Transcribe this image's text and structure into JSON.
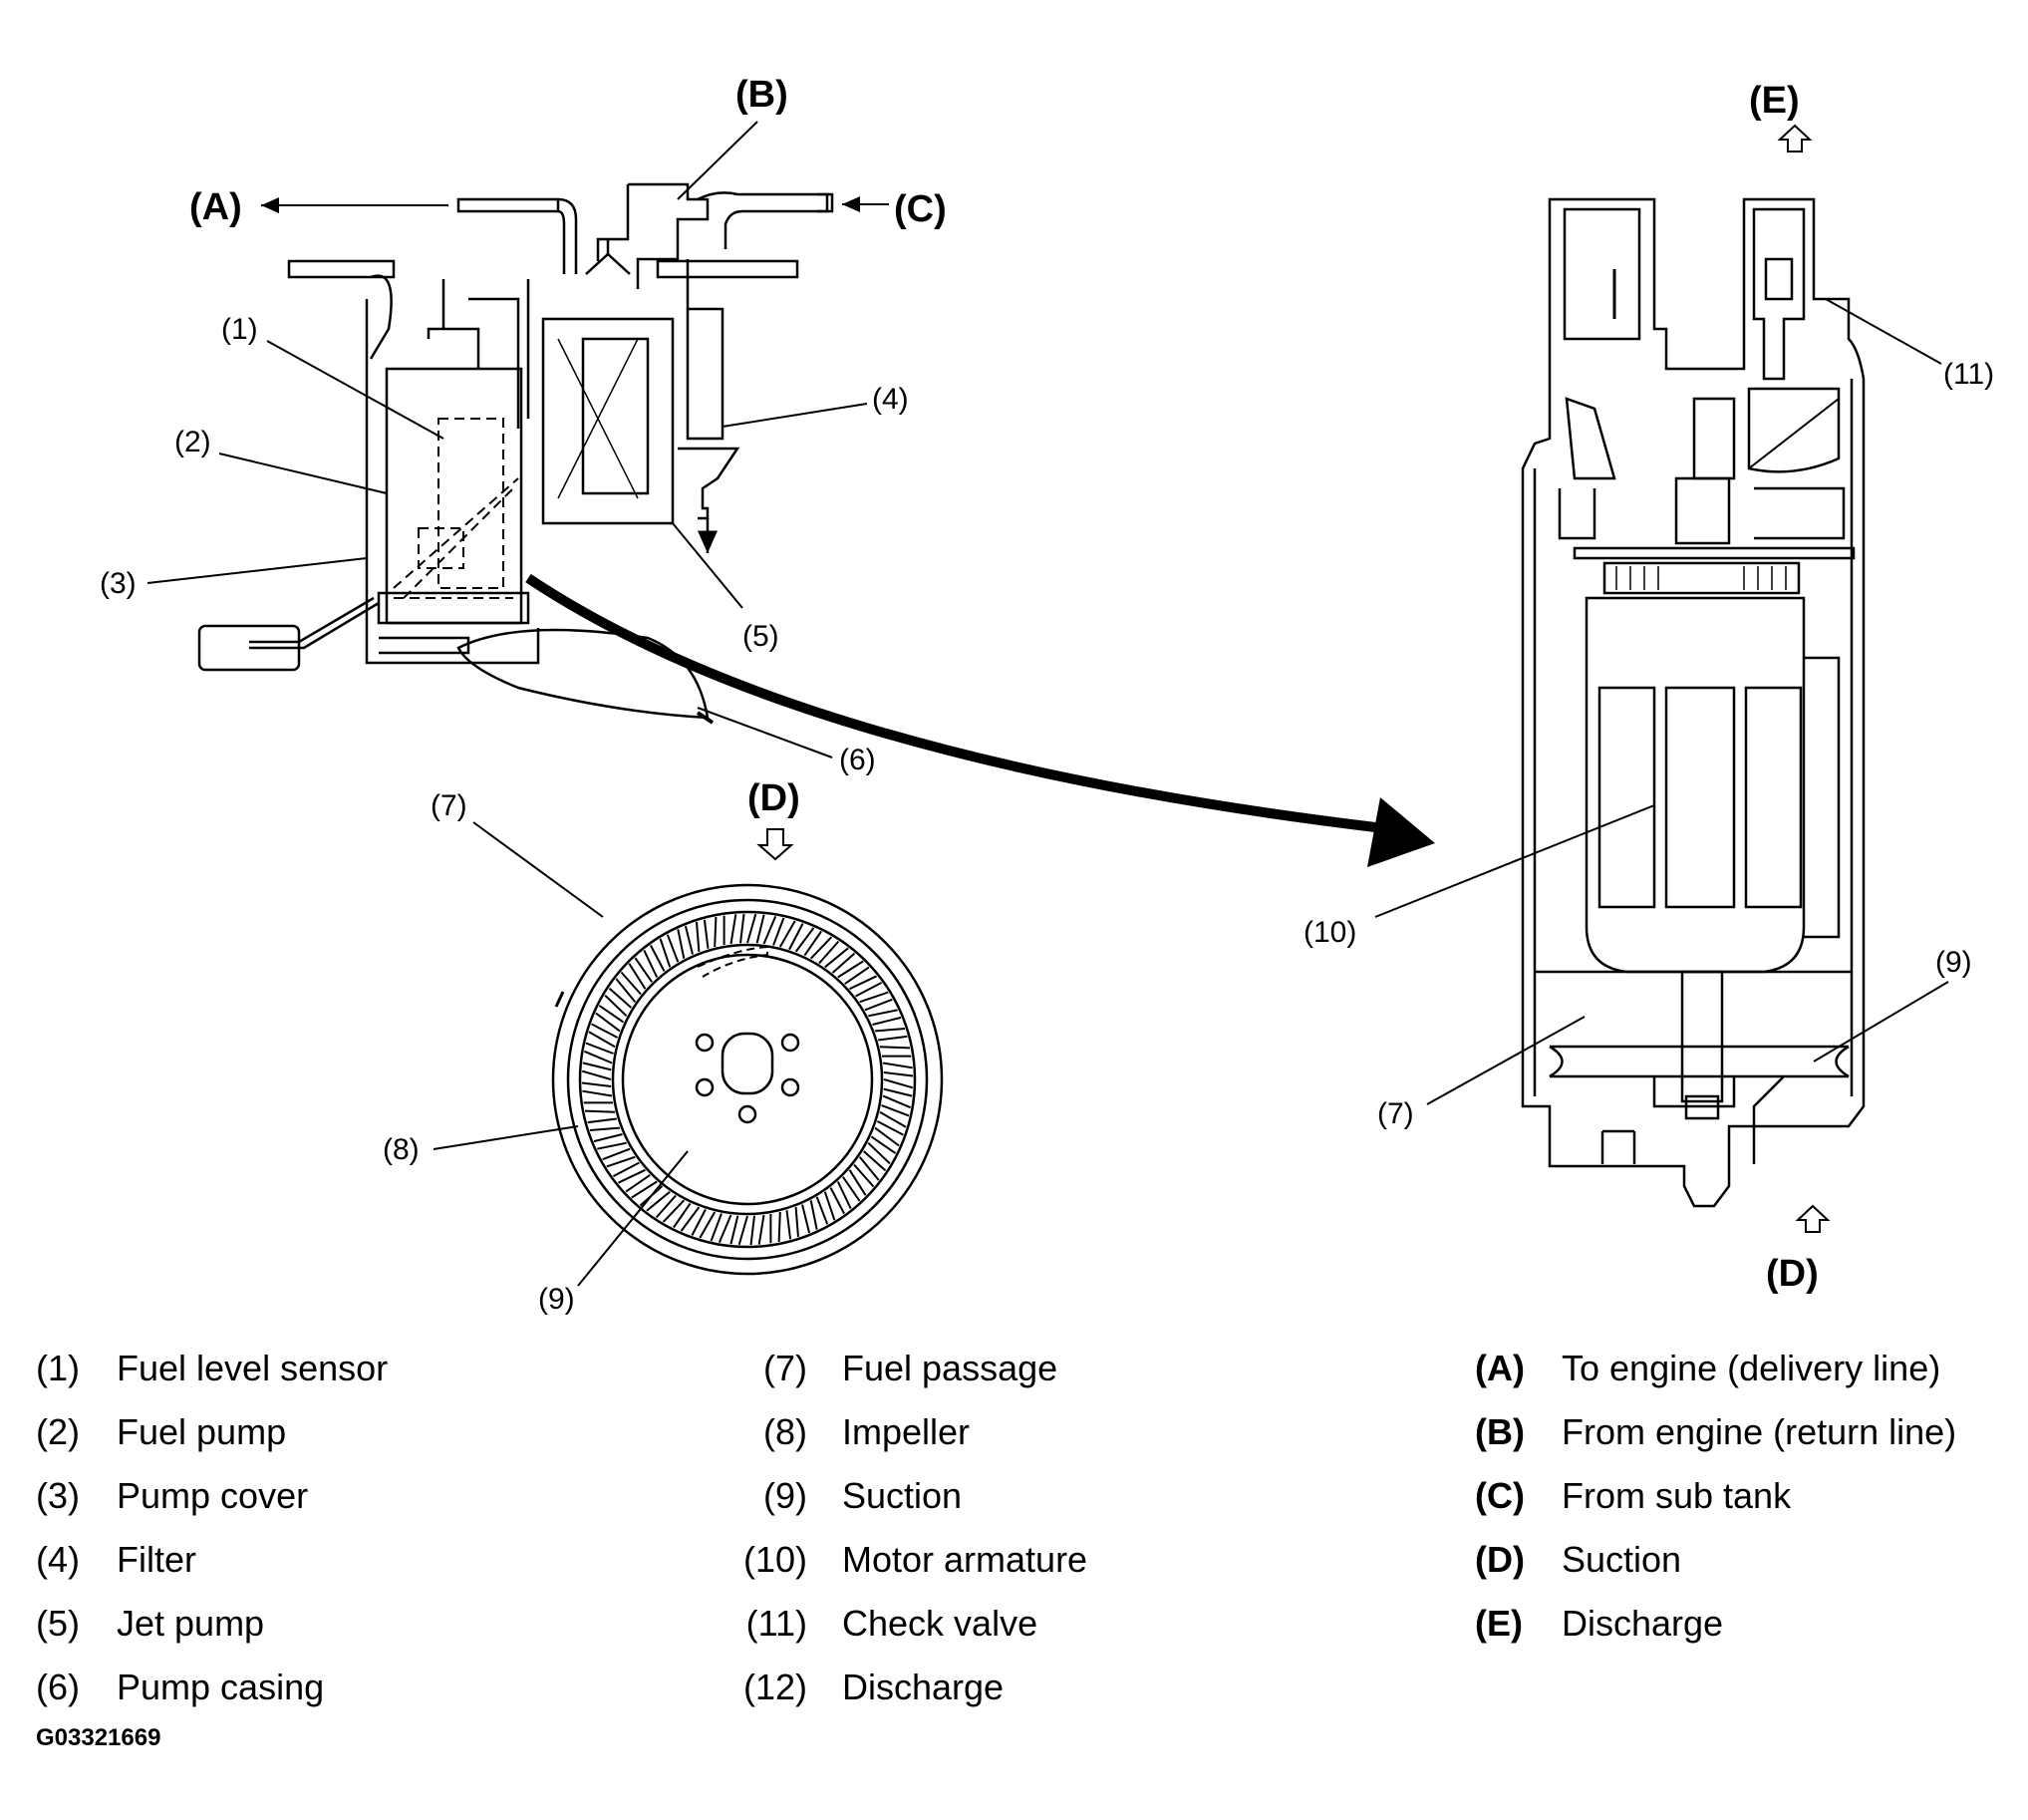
{
  "callouts": {
    "c1": "(1)",
    "c2": "(2)",
    "c3": "(3)",
    "c4": "(4)",
    "c5": "(5)",
    "c6": "(6)",
    "c7a": "(7)",
    "c7b": "(7)",
    "c8": "(8)",
    "c9a": "(9)",
    "c9b": "(9)",
    "c10": "(10)",
    "c11": "(11)"
  },
  "flow_labels": {
    "a": "(A)",
    "b": "(B)",
    "c": "(C)",
    "d_impeller": "(D)",
    "d_motor": "(D)",
    "e": "(E)"
  },
  "legend": {
    "col1": [
      {
        "num": "(1)",
        "text": "Fuel level sensor"
      },
      {
        "num": "(2)",
        "text": "Fuel pump"
      },
      {
        "num": "(3)",
        "text": "Pump cover"
      },
      {
        "num": "(4)",
        "text": "Filter"
      },
      {
        "num": "(5)",
        "text": "Jet pump"
      },
      {
        "num": "(6)",
        "text": "Pump casing"
      }
    ],
    "col2": [
      {
        "num": "(7)",
        "text": "Fuel passage"
      },
      {
        "num": "(8)",
        "text": "Impeller"
      },
      {
        "num": "(9)",
        "text": "Suction"
      },
      {
        "num": "(10)",
        "text": "Motor armature"
      },
      {
        "num": "(11)",
        "text": "Check valve"
      },
      {
        "num": "(12)",
        "text": "Discharge"
      }
    ],
    "col3": [
      {
        "num": "(A)",
        "text": "To engine (delivery line)"
      },
      {
        "num": "(B)",
        "text": "From engine (return line)"
      },
      {
        "num": "(C)",
        "text": "From sub tank"
      },
      {
        "num": "(D)",
        "text": "Suction"
      },
      {
        "num": "(E)",
        "text": "Discharge"
      }
    ]
  },
  "figure_id": "G03321669"
}
